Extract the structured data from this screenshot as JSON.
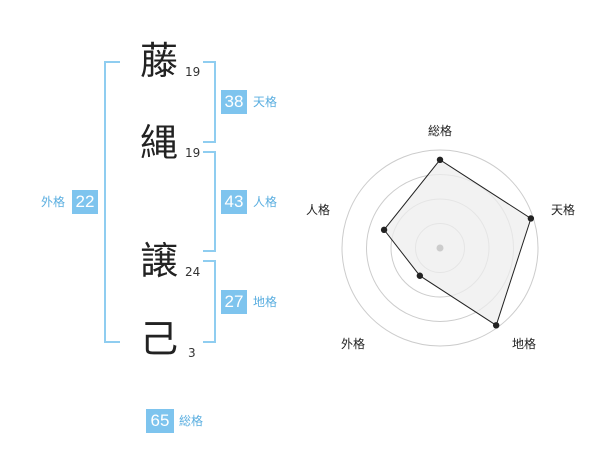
{
  "name": {
    "chars": [
      {
        "char": "藤",
        "strokes": "19"
      },
      {
        "char": "縄",
        "strokes": "19"
      },
      {
        "char": "譲",
        "strokes": "24"
      },
      {
        "char": "己",
        "strokes": "3"
      }
    ]
  },
  "kakusu": {
    "tenkaku": {
      "value": "38",
      "label": "天格"
    },
    "jinkaku": {
      "value": "43",
      "label": "人格"
    },
    "chikaku": {
      "value": "27",
      "label": "地格"
    },
    "gaikaku": {
      "value": "22",
      "label": "外格"
    },
    "soukaku": {
      "value": "65",
      "label": "総格"
    }
  },
  "radar": {
    "labels": {
      "soukaku": "総格",
      "tenkaku": "天格",
      "chikaku": "地格",
      "gaikaku": "外格",
      "jinkaku": "人格"
    },
    "levels": 4
  },
  "chart_data": {
    "type": "radar",
    "axes": [
      "総格",
      "天格",
      "地格",
      "外格",
      "人格"
    ],
    "values": [
      3.6,
      3.9,
      3.9,
      1.4,
      2.4
    ],
    "max": 4,
    "grid": true,
    "colors": {
      "fill": "#eeeeee",
      "stroke": "#222222",
      "grid": "#cccccc",
      "center": "#cccccc"
    }
  }
}
